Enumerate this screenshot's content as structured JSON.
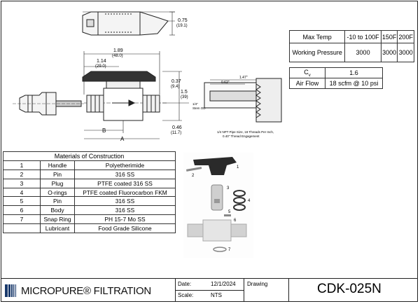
{
  "spec_table": {
    "header": [
      "Max Temp",
      "-10 to 100F",
      "150F",
      "200F"
    ],
    "row": [
      "Working Pressure",
      "3000",
      "3000",
      "3000"
    ]
  },
  "flow_table": {
    "cv_label": "C",
    "cv_sub": "v",
    "cv_value": "1.6",
    "air_label": "Air Flow",
    "air_value": "18 scfm @ 10 psi"
  },
  "materials": {
    "title": "Materials of Construction",
    "rows": [
      {
        "num": "1",
        "part": "Handle",
        "material": "Polyetherimide"
      },
      {
        "num": "2",
        "part": "Pin",
        "material": "316 SS"
      },
      {
        "num": "3",
        "part": "Plug",
        "material": "PTFE coated 316 SS"
      },
      {
        "num": "4",
        "part": "O-rings",
        "material": "PTFE  coated Fluorocarbon FKM"
      },
      {
        "num": "5",
        "part": "Pin",
        "material": "316 SS"
      },
      {
        "num": "6",
        "part": "Body",
        "material": "316 SS"
      },
      {
        "num": "7",
        "part": "Snap Ring",
        "material": "PH 15-7 Mo SS"
      },
      {
        "num": "",
        "part": "Lubricant",
        "material": "Food Grade Silicone"
      }
    ]
  },
  "dimensions": {
    "height_top": "0.75",
    "height_top_mm": "(19.1)",
    "overall_len": "1.89",
    "overall_len_mm": "(48.0)",
    "half_len": "1.14",
    "half_len_mm": "(29.0)",
    "dim_037": "0.37",
    "dim_037_mm": "(9.4)",
    "dim_15": "1.5",
    "dim_15_mm": "(39)",
    "dim_046": "0.46",
    "dim_046_mm": "(11.7)",
    "label_a": "A",
    "label_b": "B",
    "thread_note_1": "1/4 NPT Pipe Size, 18 Threads Per Inch,",
    "thread_note_2": "0.40\" Thread Engagement",
    "tube_od": "1/4\"",
    "tube_od_2": "Stem OD",
    "dim_062": "0.62\"",
    "dim_147": "1.47\""
  },
  "parts": [
    "1",
    "2",
    "3",
    "4",
    "5",
    "6",
    "7"
  ],
  "title_block": {
    "logo": "MICROPURE® FILTRATION",
    "date_label": "Date:",
    "date_value": "12/1/2024",
    "scale_label": "Scale:",
    "scale_value": "NTS",
    "drawing_label": "Drawing",
    "drawing_number": "CDK-025N"
  }
}
